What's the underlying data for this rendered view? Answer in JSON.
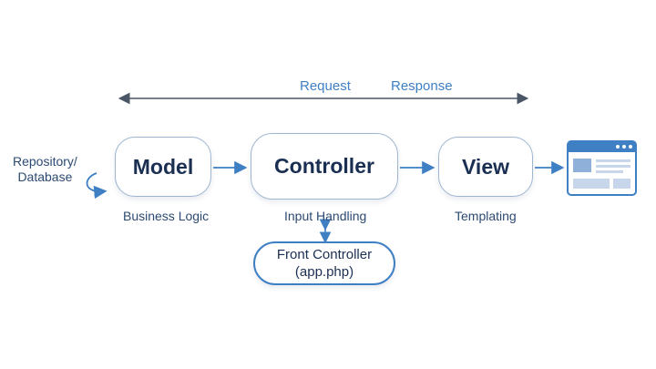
{
  "diagram": {
    "request_label": "Request",
    "response_label": "Response",
    "repository_line1": "Repository/",
    "repository_line2": "Database",
    "nodes": {
      "model": {
        "title": "Model",
        "caption": "Business Logic"
      },
      "controller": {
        "title": "Controller",
        "caption": "Input Handling"
      },
      "view": {
        "title": "View",
        "caption": "Templating"
      },
      "front_controller": {
        "line1": "Front Controller",
        "line2": "(app.php)"
      }
    },
    "browser_window_icon": "browser-window-icon",
    "colors": {
      "accent": "#3f7fc4",
      "node_text": "#1b2f52",
      "node_border": "#9fb6d3",
      "arrow": "#3f7fc4",
      "top_arrow": "#4a5566"
    }
  }
}
